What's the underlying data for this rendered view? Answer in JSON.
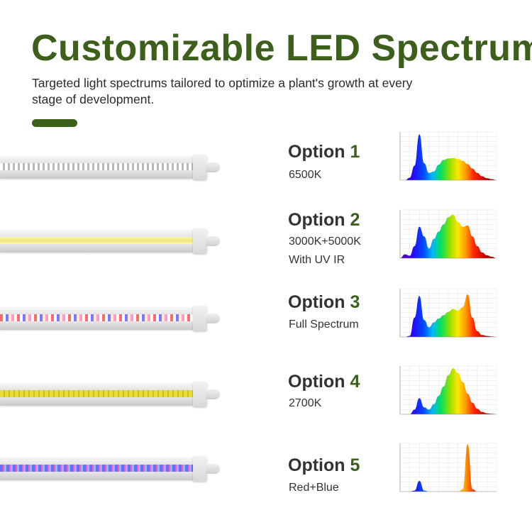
{
  "title": "Customizable LED Spectrum",
  "subtitle": "Targeted light spectrums tailored to optimize a plant's growth at every stage of development.",
  "colors": {
    "brand_green": "#3d5f1c",
    "text_dark": "#333333"
  },
  "options": [
    {
      "label": "Option",
      "number": "1",
      "desc_lines": [
        "6500K"
      ]
    },
    {
      "label": "Option",
      "number": "2",
      "desc_lines": [
        "3000K+5000K",
        "With UV IR"
      ]
    },
    {
      "label": "Option",
      "number": "3",
      "desc_lines": [
        "Full Spectrum"
      ]
    },
    {
      "label": "Option",
      "number": "4",
      "desc_lines": [
        "2700K"
      ]
    },
    {
      "label": "Option",
      "number": "5",
      "desc_lines": [
        "Red+Blue"
      ]
    }
  ],
  "chart_data": [
    {
      "type": "area",
      "x": [
        380,
        400,
        420,
        440,
        460,
        480,
        500,
        520,
        540,
        560,
        580,
        600,
        620,
        640,
        660,
        680,
        700,
        720,
        740,
        760,
        780
      ],
      "values": [
        0,
        0,
        0.05,
        0.3,
        0.95,
        0.35,
        0.15,
        0.18,
        0.32,
        0.42,
        0.45,
        0.46,
        0.44,
        0.4,
        0.33,
        0.24,
        0.15,
        0.08,
        0.04,
        0.02,
        0
      ],
      "ylim": [
        0,
        1
      ]
    },
    {
      "type": "area",
      "x": [
        380,
        400,
        420,
        440,
        460,
        480,
        500,
        520,
        540,
        560,
        580,
        600,
        620,
        640,
        660,
        680,
        700,
        720,
        740,
        760,
        780
      ],
      "values": [
        0,
        0.08,
        0.05,
        0.25,
        0.65,
        0.45,
        0.2,
        0.4,
        0.55,
        0.7,
        0.85,
        0.9,
        0.75,
        0.65,
        0.68,
        0.45,
        0.25,
        0.12,
        0.06,
        0.03,
        0
      ],
      "ylim": [
        0,
        1
      ]
    },
    {
      "type": "area",
      "x": [
        380,
        400,
        420,
        440,
        460,
        480,
        500,
        520,
        540,
        560,
        580,
        600,
        620,
        640,
        660,
        680,
        700,
        720,
        740,
        760,
        780
      ],
      "values": [
        0,
        0,
        0.02,
        0.4,
        0.85,
        0.35,
        0.2,
        0.3,
        0.38,
        0.45,
        0.52,
        0.58,
        0.55,
        0.62,
        0.88,
        0.4,
        0.12,
        0.04,
        0.02,
        0.01,
        0
      ],
      "ylim": [
        0,
        1
      ]
    },
    {
      "type": "area",
      "x": [
        380,
        400,
        420,
        440,
        460,
        480,
        500,
        520,
        540,
        560,
        580,
        600,
        620,
        640,
        660,
        680,
        700,
        720,
        740,
        760,
        780
      ],
      "values": [
        0,
        0,
        0,
        0.1,
        0.35,
        0.15,
        0.1,
        0.22,
        0.4,
        0.6,
        0.85,
        1.0,
        0.9,
        0.7,
        0.45,
        0.25,
        0.12,
        0.05,
        0.02,
        0.01,
        0
      ],
      "ylim": [
        0,
        1.05
      ]
    },
    {
      "type": "area",
      "x": [
        380,
        400,
        420,
        440,
        460,
        480,
        500,
        520,
        540,
        560,
        580,
        600,
        620,
        640,
        660,
        680,
        700,
        720,
        740,
        760,
        780
      ],
      "values": [
        0,
        0,
        0,
        0.02,
        0.22,
        0.02,
        0,
        0,
        0,
        0,
        0,
        0,
        0,
        0.05,
        0.98,
        0.05,
        0,
        0,
        0,
        0,
        0
      ],
      "ylim": [
        0,
        1
      ]
    }
  ]
}
